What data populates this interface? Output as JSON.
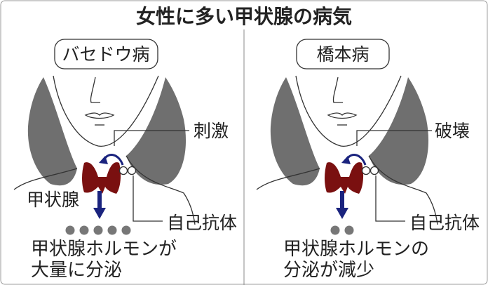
{
  "title": "女性に多い甲状腺の病気",
  "left": {
    "disease": "バセドウ病",
    "action": "刺激",
    "gland_label": "甲状腺",
    "antibody": "自己抗体",
    "result_line1": "甲状腺ホルモンが",
    "result_line2": "大量に分泌",
    "hormone_dots": 5
  },
  "right": {
    "disease": "橋本病",
    "action": "破壊",
    "antibody": "自己抗体",
    "result_line1": "甲状腺ホルモンの",
    "result_line2": "分泌が減少",
    "hormone_dots": 2
  },
  "colors": {
    "gland": "#7a1010",
    "arrow": "#1a237e",
    "hair": "#6f6f6f",
    "dots": "#777777"
  }
}
